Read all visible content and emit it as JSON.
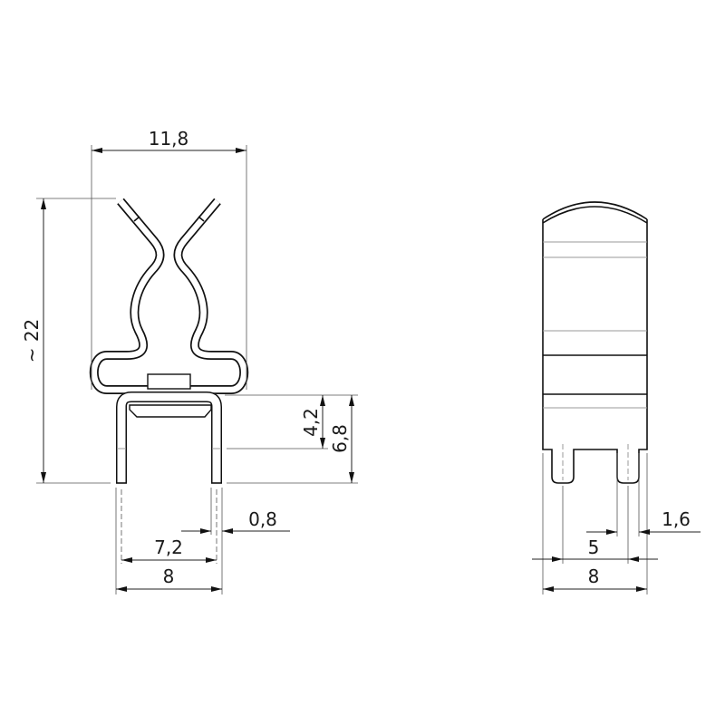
{
  "side_view": {
    "width_label": "11,8",
    "height_label": "~ 22",
    "pin_upper_label": "4,2",
    "pin_total_label": "6,8",
    "pin_thickness_label": "0,8",
    "pin_inner_spacing_label": "7,2",
    "pin_outer_width_label": "8"
  },
  "front_view": {
    "pin_width_label": "1,6",
    "pin_pitch_label": "5",
    "total_width_label": "8"
  }
}
